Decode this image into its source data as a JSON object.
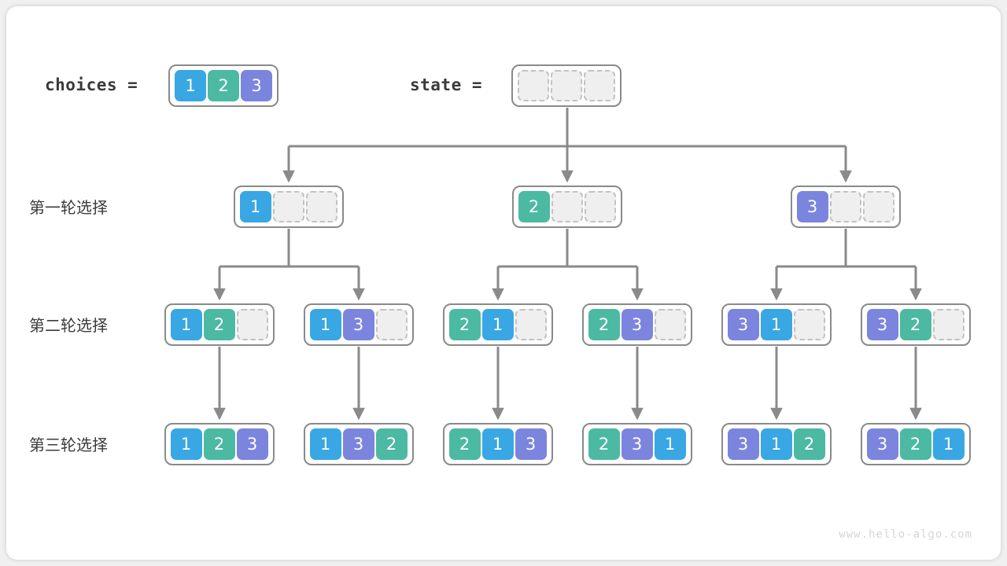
{
  "watermark": "www.hello-algo.com",
  "palette": {
    "c1": "#39a7e3",
    "c2": "#4cb9a3",
    "c3": "#7b85de",
    "empty_fill": "#efefef",
    "empty_border": "#c2c2c2",
    "group_border": "#8a8a8a",
    "connector": "#8a8a8a",
    "card": "#ffffff",
    "page": "#f0f0f0",
    "text": "#3a3a3a",
    "watermark": "#d6d6d6"
  },
  "header": {
    "choices_label": "choices =",
    "state_label": "state =",
    "choices_cells": [
      "1",
      "2",
      "3"
    ],
    "state_cells": [
      "",
      "",
      ""
    ]
  },
  "rows": [
    {
      "label": "第一轮选择",
      "nodes": [
        {
          "cells": [
            "1",
            "",
            ""
          ]
        },
        {
          "cells": [
            "2",
            "",
            ""
          ]
        },
        {
          "cells": [
            "3",
            "",
            ""
          ]
        }
      ]
    },
    {
      "label": "第二轮选择",
      "nodes": [
        {
          "cells": [
            "1",
            "2",
            ""
          ]
        },
        {
          "cells": [
            "1",
            "3",
            ""
          ]
        },
        {
          "cells": [
            "2",
            "1",
            ""
          ]
        },
        {
          "cells": [
            "2",
            "3",
            ""
          ]
        },
        {
          "cells": [
            "3",
            "1",
            ""
          ]
        },
        {
          "cells": [
            "3",
            "2",
            ""
          ]
        }
      ]
    },
    {
      "label": "第三轮选择",
      "nodes": [
        {
          "cells": [
            "1",
            "2",
            "3"
          ]
        },
        {
          "cells": [
            "1",
            "3",
            "2"
          ]
        },
        {
          "cells": [
            "2",
            "1",
            "3"
          ]
        },
        {
          "cells": [
            "2",
            "3",
            "1"
          ]
        },
        {
          "cells": [
            "3",
            "1",
            "2"
          ]
        },
        {
          "cells": [
            "3",
            "2",
            "1"
          ]
        }
      ]
    }
  ]
}
